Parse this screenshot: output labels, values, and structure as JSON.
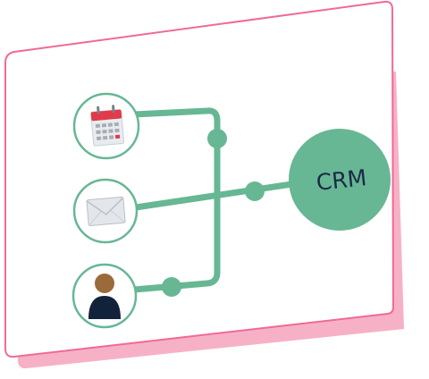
{
  "hub": {
    "label": "CRM",
    "color": "#67b794"
  },
  "sources": [
    {
      "name": "calendar",
      "icon": "calendar-icon"
    },
    {
      "name": "email",
      "icon": "envelope-icon"
    },
    {
      "name": "contact",
      "icon": "person-icon"
    }
  ],
  "colors": {
    "panel_outline": "#f06a96",
    "panel_shadow": "#f7b1c6",
    "connector": "#67b794",
    "node_ring": "#67b794",
    "calendar_header": "#e23a4b",
    "person_head": "#9a6a3a",
    "person_body": "#12223a"
  }
}
